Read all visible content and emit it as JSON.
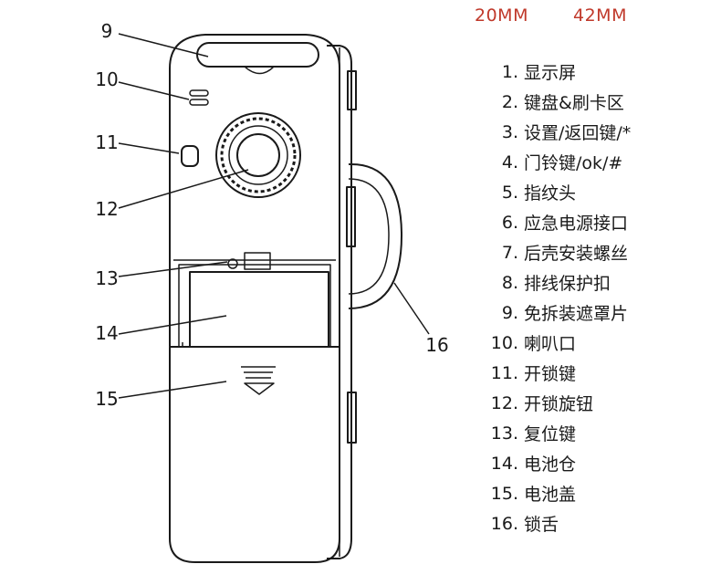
{
  "dimensions": {
    "width_label": "20MM",
    "height_label": "42MM",
    "color": "#c0392b"
  },
  "callouts": [
    {
      "number": "9"
    },
    {
      "number": "10"
    },
    {
      "number": "11"
    },
    {
      "number": "12"
    },
    {
      "number": "13"
    },
    {
      "number": "14"
    },
    {
      "number": "15"
    },
    {
      "number": "16"
    }
  ],
  "legend": [
    {
      "num": "1.",
      "text": "显示屏"
    },
    {
      "num": "2.",
      "text": "键盘&刷卡区"
    },
    {
      "num": "3.",
      "text": "设置/返回键/*"
    },
    {
      "num": "4.",
      "text": "门铃键/ok/#"
    },
    {
      "num": "5.",
      "text": "指纹头"
    },
    {
      "num": "6.",
      "text": "应急电源接口"
    },
    {
      "num": "7.",
      "text": "后壳安装螺丝"
    },
    {
      "num": "8.",
      "text": "排线保护扣"
    },
    {
      "num": "9.",
      "text": "免拆装遮罩片"
    },
    {
      "num": "10.",
      "text": "喇叭口"
    },
    {
      "num": "11.",
      "text": "开锁键"
    },
    {
      "num": "12.",
      "text": "开锁旋钮"
    },
    {
      "num": "13.",
      "text": "复位键"
    },
    {
      "num": "14.",
      "text": "电池仓"
    },
    {
      "num": "15.",
      "text": "电池盖"
    },
    {
      "num": "16.",
      "text": "锁舌"
    }
  ]
}
